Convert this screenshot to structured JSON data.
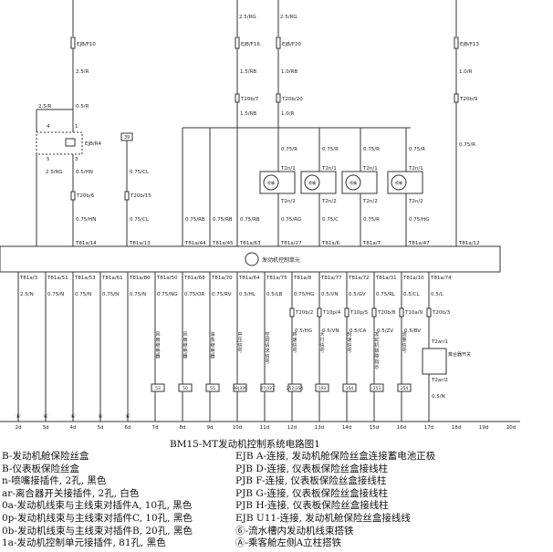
{
  "top_wires": [
    {
      "id": "w1",
      "fuse": "EJB/F10",
      "wire_top": "",
      "wire_mid": "2.5/R",
      "splice": "",
      "wire_low": "",
      "color_top": "",
      "connector_pin": "",
      "bus_pin": "",
      "final_wire": ""
    },
    {
      "id": "w2",
      "fuse": "EJB/F16",
      "wire_top": "2.5/RG",
      "wire_mid": "1.5/RB",
      "splice": "T20b/7",
      "wire_low": "1.5/RB",
      "connector_pin": "",
      "bus_pin": "T81a/63",
      "final_wire": "0.75/RB"
    },
    {
      "id": "w3",
      "fuse": "EJB/F20",
      "wire_top": "2.5/RG",
      "wire_mid": "1.0/RB",
      "splice": "T20b/20",
      "wire_low": "1.0/R",
      "connector_pin": "",
      "bus_pin": "",
      "final_wire": ""
    },
    {
      "id": "w4",
      "fuse": "EJB/F13",
      "wire_top": "",
      "wire_mid": "1.0/R",
      "splice": "T20b/9",
      "wire_low": "",
      "connector_pin": "",
      "bus_pin": "T81a/12",
      "final_wire": "0.75/R"
    }
  ],
  "relay": {
    "label": "EJB/R4",
    "pins": [
      "4",
      "1",
      "5",
      "3"
    ],
    "wire_in_left": "2.5/R",
    "wire_in_right": "0.5/R",
    "wire_out_left": "2.5/RG",
    "wire_out_right": "0.5/HN",
    "splice": "T20b/6",
    "bus_wire": "0.75/HN",
    "bus_pin": "T81a/14"
  },
  "left_connector": {
    "tag": "39",
    "wire1": "0.75/CL",
    "splice": "T20b/15",
    "wire2": "0.75/CL",
    "bus_pin": "T81a/13"
  },
  "upper_bus_pins": [
    {
      "wire": "0.75/RB",
      "pin": "T81a/44"
    },
    {
      "wire": "0.75/RB",
      "pin": "T81a/45"
    },
    {
      "wire": "0.75/RB",
      "pin": "T81a/63"
    },
    {
      "wire": "0.75/RG",
      "pin": "T81a/27"
    },
    {
      "wire": "0.75/C",
      "pin": "T81a/6"
    },
    {
      "wire": "0.75/R",
      "pin": "T81a/7"
    },
    {
      "wire": "0.75/HG",
      "pin": "T81a/47"
    }
  ],
  "injectors": [
    {
      "top": "T2n/1",
      "bottom": "T2n/2",
      "label": "喷嘴",
      "wire": "0.75/R"
    },
    {
      "top": "T2n/1",
      "bottom": "T2n/2",
      "label": "喷嘴",
      "wire": "0.75/R"
    },
    {
      "top": "T2n/1",
      "bottom": "T2n/2",
      "label": "喷嘴",
      "wire": "0.75/R"
    },
    {
      "top": "T2n/1",
      "bottom": "T2n/2",
      "label": "喷嘴",
      "wire": "0.75/R"
    }
  ],
  "ecu_label": "发动机控制单元",
  "lower_pins": [
    {
      "pin": "T81a/3",
      "wire": "2.5/N"
    },
    {
      "pin": "T81a/51",
      "wire": "0.75/N"
    },
    {
      "pin": "T81a/53",
      "wire": "0.75/N"
    },
    {
      "pin": "T81a/61",
      "wire": "0.75/N"
    },
    {
      "pin": "T81a/80",
      "wire": "0.75/N"
    },
    {
      "pin": "T81a/50",
      "wire": "0.75/NG"
    },
    {
      "pin": "T81a/68",
      "wire": "0.75/OR"
    },
    {
      "pin": "T81a/70",
      "wire": "0.75/RV"
    },
    {
      "pin": "T81a/64",
      "wire": "0.5/HL"
    },
    {
      "pin": "T81a/75",
      "wire": "0.5/LB"
    },
    {
      "pin": "T81a/8",
      "wire": "0.75/HG"
    },
    {
      "pin": "T81a/77",
      "wire": "0.5/VN"
    },
    {
      "pin": "T81a/72",
      "wire": "0.5/GV"
    },
    {
      "pin": "T81a/31",
      "wire": "0.75/RL"
    },
    {
      "pin": "T81a/10",
      "wire": "0.5/CL"
    },
    {
      "pin": "T81a/74",
      "wire": "0.5/L"
    }
  ],
  "signal_labels": [
    {
      "text": "风扇继电器",
      "ref": "53"
    },
    {
      "text": "风扇继电器",
      "ref": "50"
    },
    {
      "text": "油泵继电器",
      "ref": "55"
    },
    {
      "text": "中压信号",
      "ref": "98|339"
    },
    {
      "text": "空调请求信号",
      "ref": "97|337"
    },
    {
      "text": "转速信号",
      "ref": "252|354"
    },
    {
      "text": "大灯信号",
      "ref": "193"
    },
    {
      "text": "轮速信号",
      "ref": "154"
    },
    {
      "text": "发动机故障指示",
      "ref": "253"
    },
    {
      "text": "流量信号",
      "ref": "254"
    }
  ],
  "mid_splices": [
    {
      "splice": "T20b/2",
      "wire": "0.5/HG"
    },
    {
      "splice": "T10p/4",
      "wire": "0.5/VN"
    },
    {
      "splice": "T10p/5",
      "wire": "0.5/CA"
    },
    {
      "splice": "T20b/8",
      "wire": "0.5/ZV"
    },
    {
      "splice": "T10a/9",
      "wire": "0.5/BV"
    },
    {
      "splice": "T20b/3",
      "wire": ""
    }
  ],
  "clutch_switch": {
    "label": "离合器开关",
    "top": "T2ar/1",
    "bottom": "T2ar/2",
    "ground_wire": "0.5/N"
  },
  "ground_labels": [
    "2d",
    "3d",
    "4d",
    "5d",
    "6d",
    "7d",
    "8d",
    "9d",
    "10d",
    "11d",
    "12d",
    "13d",
    "14d",
    "15d",
    "16d",
    "17d",
    "18d",
    "19d",
    "20d"
  ],
  "ground_symbols": [
    "⑥",
    "⑥",
    "⑥",
    "⑥",
    "⑥"
  ],
  "title": "BM15-MT发动机控制系统电路图1",
  "legend_left": [
    "B-发动机舱保险丝盒",
    "B-仪表板保险丝盒",
    "n-喷嘴接插件, 2孔, 黑色",
    "ar-离合器开关接插件, 2孔, 白色",
    "0a-发动机线束与主线束对插件A, 10孔, 黑色",
    "0p-发动机线束与主线束对插件C, 10孔, 黑色",
    "0b-发动机线束与主线束对插件B, 20孔, 黑色",
    "1a-发动机控制单元接插件, 81孔, 黑色"
  ],
  "legend_right": [
    "EJB A-连接, 发动机舱保险丝盒连接蓄电池正极",
    "PJB D-连接, 仪表板保险丝盒接线柱",
    "PJB F-连接, 仪表板保险丝盒接线柱",
    "PJB G-连接, 仪表板保险丝盒接线柱",
    "PJB H-连接, 仪表板保险丝盒接线柱",
    "EJB U11-连接, 发动机舱保险丝盒接线线",
    "⑥-流水槽内发动机线束搭铁",
    "Ⓐ-乘客舱左侧A立柱搭铁"
  ]
}
